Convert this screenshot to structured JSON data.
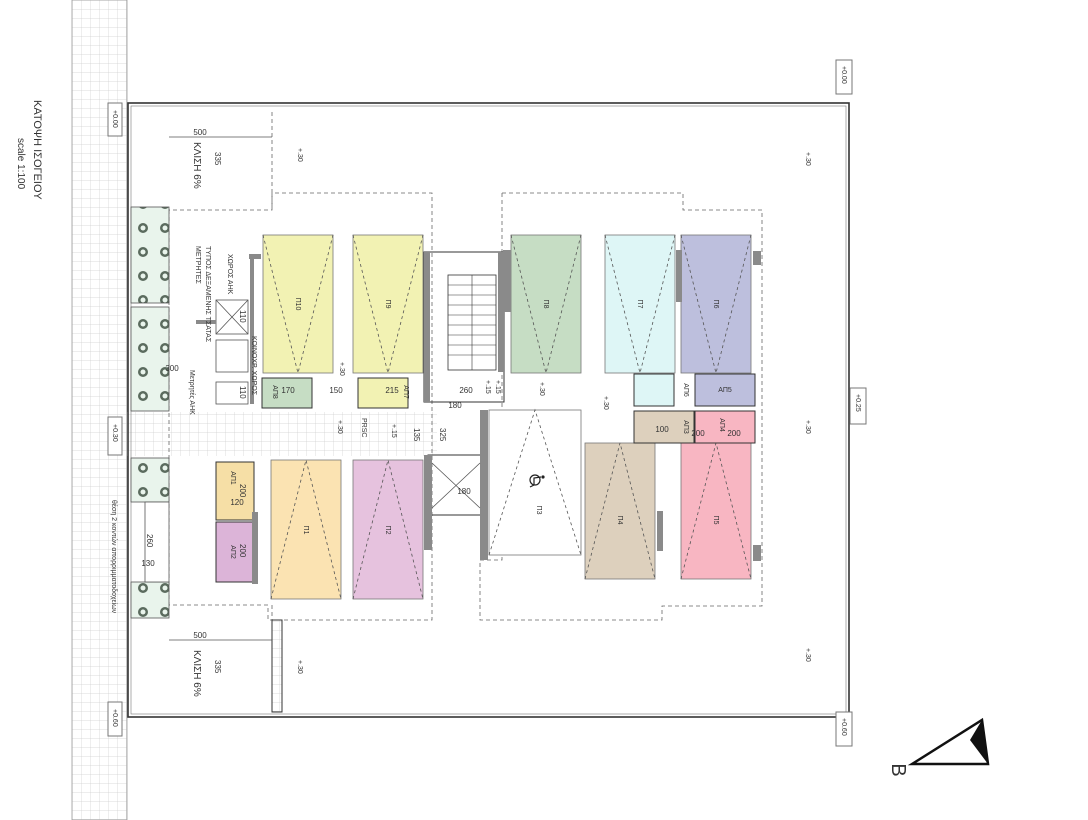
{
  "title": {
    "main": "ΚΑΤΟΨΗ ΙΣΟΓΕΙΟΥ",
    "scale": "scale 1:100"
  },
  "ramp": {
    "top_label": "ΚΛΙΣΗ 6%",
    "bottom_label": "ΚΛΙΣΗ 6%"
  },
  "north_letter": "B",
  "parking": {
    "p1": {
      "label": "Π1",
      "color": "#fbe3b2"
    },
    "p2": {
      "label": "Π2",
      "color": "#e6c2de"
    },
    "p3": {
      "label": "Π3",
      "color": "#ffffff"
    },
    "p4": {
      "label": "Π4",
      "color": "#ddd0bd"
    },
    "p5": {
      "label": "Π5",
      "color": "#f8b6c2"
    },
    "p6": {
      "label": "Π6",
      "color": "#bdbfdd"
    },
    "p7": {
      "label": "Π7",
      "color": "#def6f6"
    },
    "p8": {
      "label": "Π8",
      "color": "#c6ddc4"
    },
    "p9": {
      "label": "Π9",
      "color": "#f2f2b3"
    },
    "p10": {
      "label": "Π10",
      "color": "#f2f2b3"
    }
  },
  "storage": {
    "ap1": {
      "label": "ΑΠ1",
      "color": "#f6dfa6"
    },
    "ap2": {
      "label": "ΑΠ2",
      "color": "#dcb4d8"
    },
    "ap3": {
      "label": "ΑΠ3",
      "color": "#ddd0bd"
    },
    "ap4": {
      "label": "ΑΠ4",
      "color": "#f8b6c2"
    },
    "ap5": {
      "label": "ΑΠ5",
      "color": "#bdbfdd"
    },
    "ap6": {
      "label": "ΑΠ6",
      "color": "#def6f6"
    },
    "ap7": {
      "label": "ΑΠ7",
      "color": "#f2f2b3"
    },
    "ap8": {
      "label": "ΑΠ8",
      "color": "#c6ddc4"
    }
  },
  "labels": {
    "waste_area": "ΧΩΡΟΣ ΑΗΚ",
    "common_area": "ΚΟΙΝΟΧΡ. ΧΩΡΟΣ",
    "meters": "ΜΕΤΡΗΤΕΣ",
    "tank_note": "ΤΥΠΟΣ ΔΕΞΑΜΕΝΗΣ ΤΣΑΤΑΣ",
    "bins": "θέση 2 κοντών απορριμματοδοχείων",
    "mailboxes": "Μετρητές ΑΗΚ",
    "prsc": "PRSC"
  },
  "levels": {
    "l00_top": "+0.00",
    "l00_right": "+0.00",
    "l30_left": "+0.30",
    "l25_right": "+0.25",
    "l60_left": "+0.60",
    "l60_right": "+0.60",
    "spot1": "+.30",
    "spot2": "+.30",
    "spot3": "+.30",
    "spot4": "+.30",
    "spot5": "+.30",
    "spot6": "+.30",
    "spot7": "+.30",
    "spot8": "+.30",
    "spot9": "+.30",
    "spot10": "+.15",
    "spot11": "+.15",
    "spot12": "+.15"
  },
  "dims": {
    "d500_top": "500",
    "d335_top": "335",
    "d500_bot": "500",
    "d335_bot": "335",
    "d170": "170",
    "d150": "150",
    "d215": "215",
    "d260": "260",
    "d180": "180",
    "d325": "325",
    "d135": "135",
    "d110a": "110",
    "d110b": "110",
    "d300": "300",
    "d200a": "200",
    "d200b": "200",
    "d120": "120",
    "d130": "130",
    "d260b": "260",
    "d100": "100",
    "d200c": "200",
    "d200d": "200",
    "d180b": "180"
  }
}
